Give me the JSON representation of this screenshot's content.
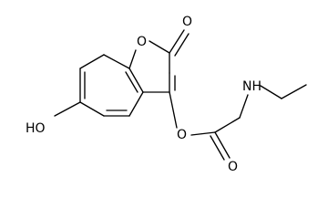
{
  "molecule": {
    "atoms": {
      "ring_oxygen": "O",
      "carbonyl_oxygen_lactone": "O",
      "hydroxyl": "HO",
      "ester_oxygen": "O",
      "ester_carbonyl_oxygen": "O",
      "amine": "NH"
    }
  },
  "colors": {
    "bond": "#000000",
    "label": "#000000",
    "background": "#ffffff"
  }
}
